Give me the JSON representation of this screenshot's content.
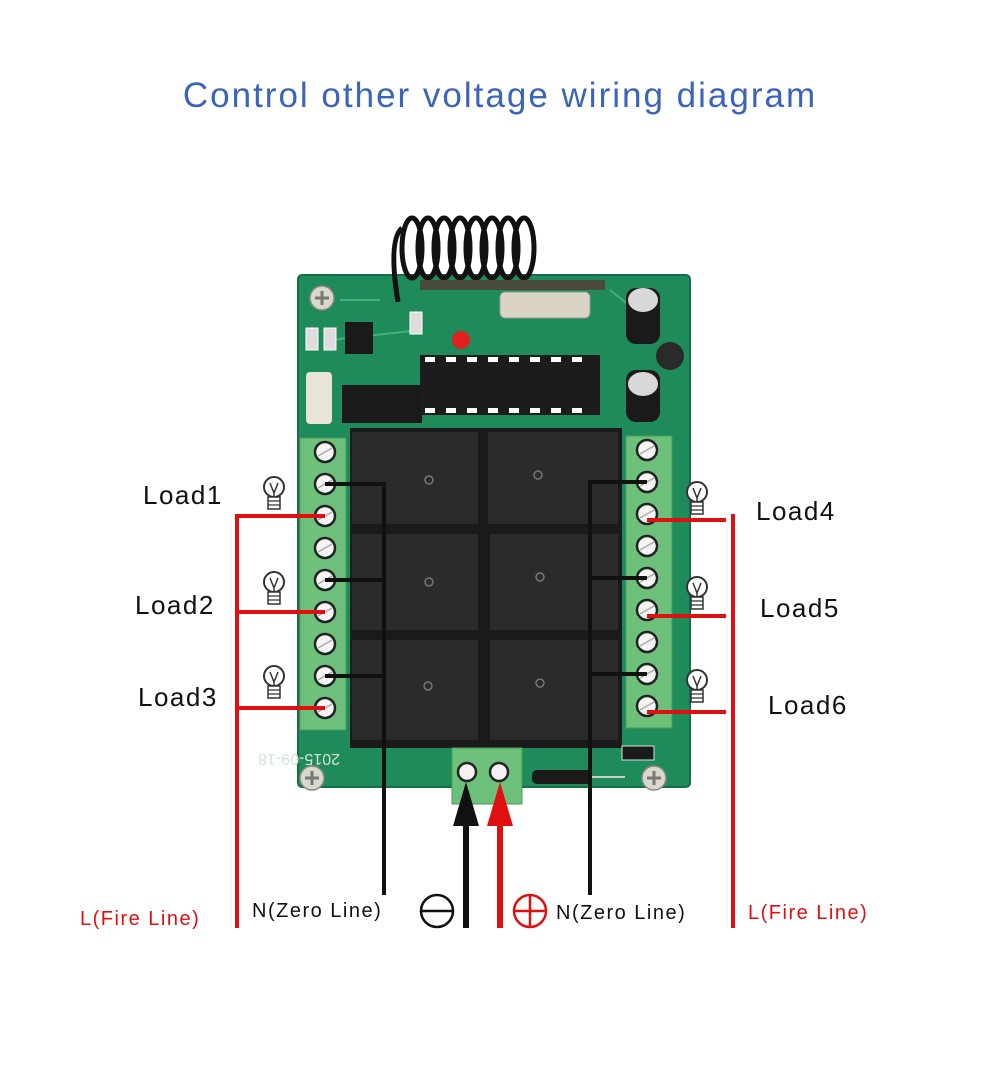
{
  "title": "Control other voltage wiring diagram",
  "loads": [
    {
      "label": "Load1",
      "side": "left"
    },
    {
      "label": "Load2",
      "side": "left"
    },
    {
      "label": "Load3",
      "side": "left"
    },
    {
      "label": "Load4",
      "side": "right"
    },
    {
      "label": "Load5",
      "side": "right"
    },
    {
      "label": "Load6",
      "side": "right"
    }
  ],
  "bottom_labels": {
    "left_fire": "L(Fire Line)",
    "left_zero": "N(Zero Line)",
    "right_zero": "N(Zero Line)",
    "right_fire": "L(Fire Line)"
  },
  "power": {
    "negative_symbol": "minus-circle",
    "positive_symbol": "plus-circle"
  },
  "board": {
    "date_marking": "2015-09-18",
    "relay_count": 6
  },
  "colors": {
    "title": "#3a64bc",
    "fire_line": "#e01010",
    "zero_line": "#111111",
    "pcb": "#1f8a5a",
    "terminal": "#6cc07a"
  }
}
